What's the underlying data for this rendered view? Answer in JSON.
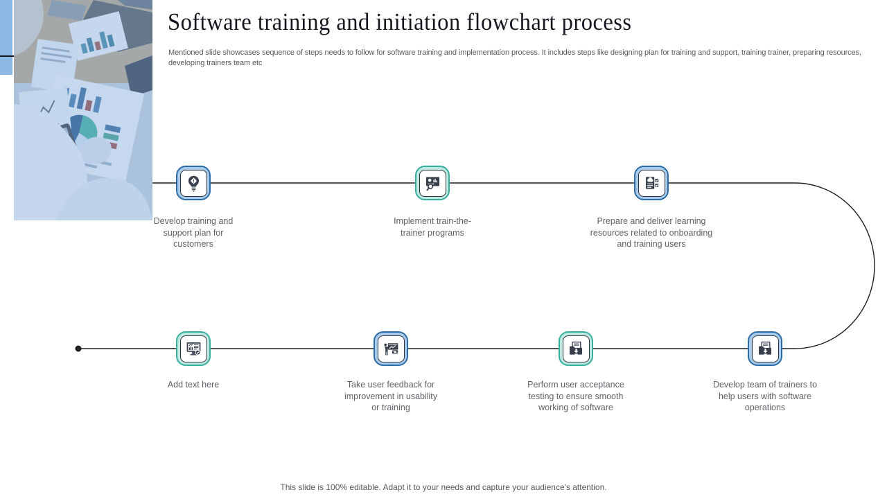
{
  "slide": {
    "title": "Software training and initiation flowchart process",
    "description": "Mentioned slide showcases sequence of steps needs to follow for software training and implementation process. It includes steps like designing plan for training and support, training trainer, preparing resources, developing trainers team etc",
    "footer": "This slide is 100% editable. Adapt it to your needs and capture your audience's attention."
  },
  "flow": {
    "direction": "top row left-to-right, loops right side down to bottom row right-to-left ending at start dot",
    "top_steps": [
      {
        "label": "Develop training and support plan for customers",
        "icon": "lightbulb-gear-icon",
        "theme": "blue"
      },
      {
        "label": "Implement train-the-trainer programs",
        "icon": "training-dashboard-magnifier-icon",
        "theme": "teal"
      },
      {
        "label": "Prepare and deliver learning resources related to onboarding and training users",
        "icon": "document-cloud-checklist-icon",
        "theme": "blue"
      }
    ],
    "bottom_steps": [
      {
        "label": "Add text here",
        "icon": "monitor-analytics-check-icon",
        "theme": "teal"
      },
      {
        "label": "Take user feedback for improvement in usability or training",
        "icon": "presenter-feedback-icon",
        "theme": "blue"
      },
      {
        "label": "Perform user acceptance testing to ensure smooth working of software",
        "icon": "folder-download-icon",
        "theme": "teal"
      },
      {
        "label": "Develop team of trainers to help users with software operations",
        "icon": "folder-download-icon",
        "theme": "blue"
      }
    ]
  },
  "colors": {
    "blue_ring_fill": "#a9cbea",
    "blue_ring_border": "#2d6ca6",
    "teal_ring_fill": "#bfe9e1",
    "teal_ring_border": "#38ae9d",
    "glyph": "#373f4d",
    "connector_line": "#1f1f1f",
    "body_text": "#5a5a5a",
    "title_text": "#16161f",
    "decor_blue": "#8cb8e6"
  }
}
